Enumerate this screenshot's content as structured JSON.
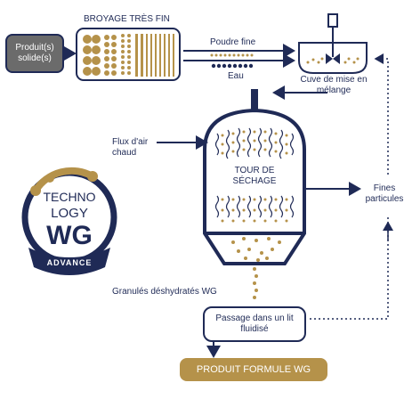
{
  "inputs": {
    "solid_product": "Produit(s) solide(s)"
  },
  "steps": {
    "grinding": "BROYAGE TRÈS FIN",
    "fine_powder": "Poudre fine",
    "water": "Eau",
    "mixing_tank": "Cuve de mise en mélange",
    "air_flow": "Flux d'air chaud",
    "drying_tower": "TOUR DE SÉCHAGE",
    "fine_particles": "Fines particules",
    "granules": "Granulés déshydratés WG",
    "fluid_bed": "Passage dans un lit fluidisé",
    "product": "PRODUIT FORMULE WG"
  },
  "logo": {
    "line1": "TECHNO",
    "line2": "LOGY",
    "line3": "WG",
    "banner": "ADVANCE"
  },
  "colors": {
    "navy": "#1f2a56",
    "gold": "#b5924a",
    "grey": "#6b6b6b"
  }
}
